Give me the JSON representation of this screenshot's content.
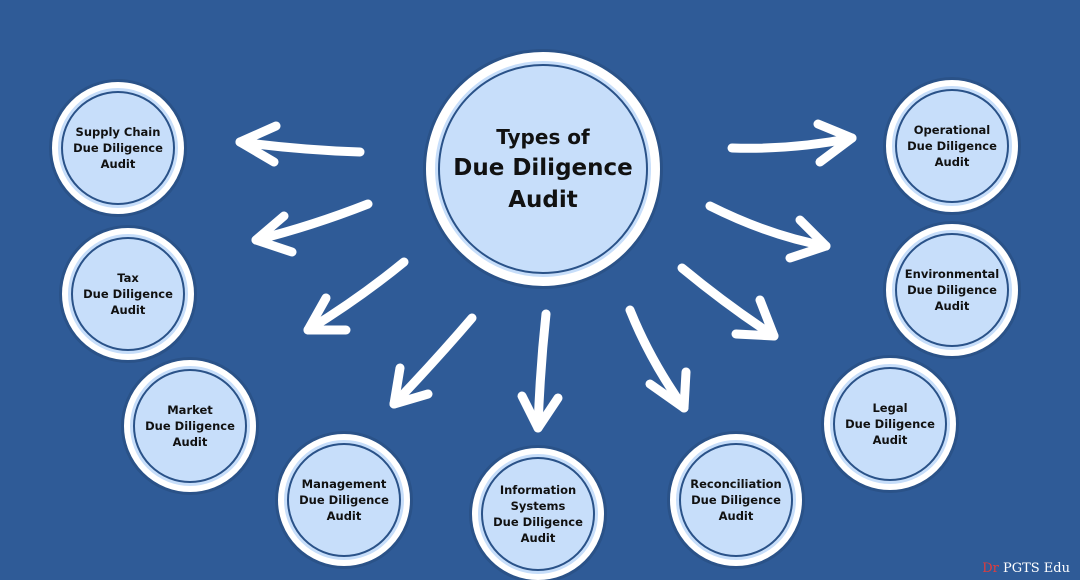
{
  "center": {
    "line1": "Types of",
    "line2": "Due Diligence",
    "line3": "Audit"
  },
  "nodes": {
    "supply_chain": {
      "line1": "Supply Chain",
      "line2": "Due Diligence",
      "line3": "Audit"
    },
    "tax": {
      "line1": "Tax",
      "line2": "Due Diligence",
      "line3": "Audit"
    },
    "market": {
      "line1": "Market",
      "line2": "Due Diligence",
      "line3": "Audit"
    },
    "management": {
      "line1": "Management",
      "line2": "Due Diligence",
      "line3": "Audit"
    },
    "information_systems": {
      "line1": "Information",
      "line1b": "Systems",
      "line2": "Due Diligence",
      "line3": "Audit"
    },
    "reconciliation": {
      "line1": "Reconciliation",
      "line2": "Due Diligence",
      "line3": "Audit"
    },
    "legal": {
      "line1": "Legal",
      "line2": "Due Diligence",
      "line3": "Audit"
    },
    "environmental": {
      "line1": "Environmental",
      "line2": "Due Diligence",
      "line3": "Audit"
    },
    "operational": {
      "line1": "Operational",
      "line2": "Due Diligence",
      "line3": "Audit"
    }
  },
  "watermark": {
    "prefix": "Dr",
    "text": "PGTS Edu"
  },
  "colors": {
    "background": "#2f5b97",
    "circle_fill": "#c7defa",
    "ring": "#ffffff",
    "arrow": "#ffffff"
  }
}
